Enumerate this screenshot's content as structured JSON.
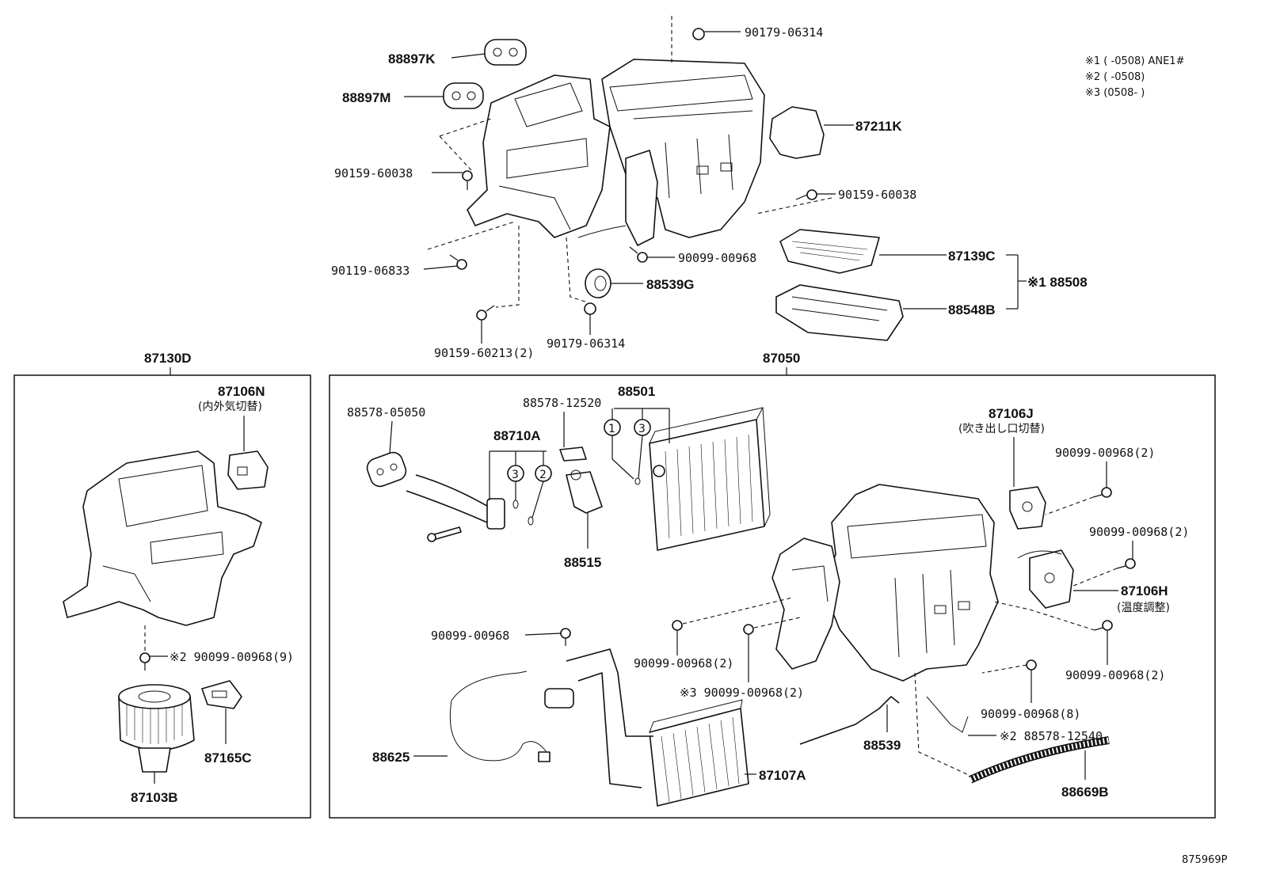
{
  "legend": [
    "※1 (      -0508) ANE1#",
    "※2 (      -0508)",
    "※3 (0508-      )"
  ],
  "diagram_code": "875969P",
  "assemblies": {
    "left_box": "87130D",
    "right_box": "87050"
  },
  "top_parts": {
    "p88897K": "88897K",
    "p88897M": "88897M",
    "p90179_06314_top": "90179-06314",
    "p87211K": "87211K",
    "p90159_60038_left": "90159-60038",
    "p90159_60038_right": "90159-60038",
    "p90099_00968": "90099-00968",
    "p87139C": "87139C",
    "p88508": "※1 88508",
    "p90119_06833": "90119-06833",
    "p88539G": "88539G",
    "p88548B": "88548B",
    "p90159_60213": "90159-60213(2)",
    "p90179_06314_bot": "90179-06314"
  },
  "left_parts": {
    "p87106N": "87106N",
    "p87106N_note": "(内外気切替)",
    "p90099_00968_9": "※2 90099-00968(9)",
    "p87165C": "87165C",
    "p87103B": "87103B"
  },
  "right_parts": {
    "p88578_05050": "88578-05050",
    "p88578_12520": "88578-12520",
    "p88501": "88501",
    "p88710A": "88710A",
    "p88515": "88515",
    "p87106J": "87106J",
    "p87106J_note": "(吹き出し口切替)",
    "p90099_00968_2a": "90099-00968(2)",
    "p90099_00968_2b": "90099-00968(2)",
    "p87106H": "87106H",
    "p87106H_note": "(温度調整)",
    "p90099_00968_2c": "90099-00968(2)",
    "p90099_00968_left": "90099-00968",
    "p90099_00968_2d": "90099-00968(2)",
    "p90099_00968_2e": "※3 90099-00968(2)",
    "p90099_00968_8": "90099-00968(8)",
    "p88578_12540": "※2 88578-12540",
    "p88625": "88625",
    "p87107A": "87107A",
    "p88539": "88539",
    "p88669B": "88669B"
  },
  "circle_refs": [
    "1",
    "3",
    "3",
    "2"
  ]
}
